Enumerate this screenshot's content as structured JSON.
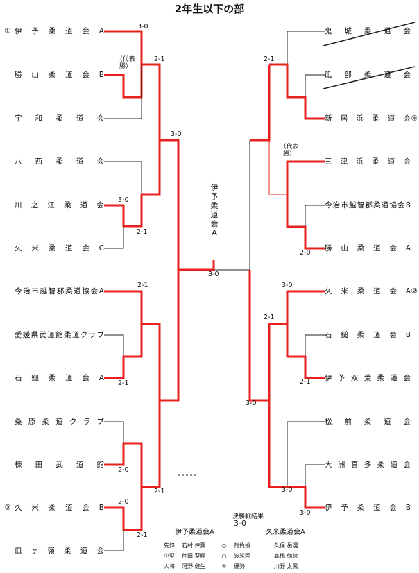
{
  "title": "2年生以下の部",
  "colors": {
    "winner_line": "#e8201e",
    "loser_line": "#222222"
  },
  "left_teams": [
    {
      "seed": "①",
      "name": "伊予柔道会A"
    },
    {
      "seed": "",
      "name": "勝山柔道会B"
    },
    {
      "seed": "",
      "name": "宇和柔道会"
    },
    {
      "seed": "",
      "name": "八西柔道会"
    },
    {
      "seed": "",
      "name": "川之江柔道会"
    },
    {
      "seed": "",
      "name": "久米柔道会C"
    },
    {
      "seed": "",
      "name": "今治市越智郡柔道協会A"
    },
    {
      "seed": "",
      "name": "愛媛県武道館柔道クラブ"
    },
    {
      "seed": "",
      "name": "石鎚柔道会A"
    },
    {
      "seed": "",
      "name": "桑原柔道クラブ"
    },
    {
      "seed": "",
      "name": "棟田武道館"
    },
    {
      "seed": "③",
      "name": "久米柔道会B"
    },
    {
      "seed": "",
      "name": "皿ヶ嶺柔道会"
    }
  ],
  "right_teams": [
    {
      "seed": "",
      "name": "鬼城柔道会"
    },
    {
      "seed": "",
      "name": "砥部柔道会"
    },
    {
      "seed": "④",
      "name": "新居浜柔道会"
    },
    {
      "seed": "",
      "name": "三津浜柔道会"
    },
    {
      "seed": "",
      "name": "今治市越智郡柔道協会B"
    },
    {
      "seed": "",
      "name": "勝山柔道会A"
    },
    {
      "seed": "②",
      "name": "久米柔道会A"
    },
    {
      "seed": "",
      "name": "石鎚柔道会B"
    },
    {
      "seed": "",
      "name": "伊予双葉柔道会"
    },
    {
      "seed": "",
      "name": "松前柔道会"
    },
    {
      "seed": "",
      "name": "大洲喜多柔道会"
    },
    {
      "seed": "",
      "name": "伊予柔道会B"
    }
  ],
  "scores": {
    "l1": "3-0",
    "l2": "2-1",
    "l3": "3-0",
    "l4": "3-0",
    "l5": "2-1",
    "l6": "2-1",
    "l7": "2-1",
    "l8": "2-0",
    "l9": "2-0",
    "l10": "2-1",
    "l11": "2-1",
    "final": "3-0",
    "r1": "2-1",
    "r2": "2-0",
    "r3": "3-0",
    "r4": "2-1",
    "r5": "2-1",
    "r6": "3-0",
    "r7": "3-0",
    "r8": "3-0"
  },
  "notes": {
    "left_rep": "（代表勝）",
    "right_rep": "（代表勝）"
  },
  "champion": [
    "伊",
    "予",
    "柔",
    "道",
    "会",
    "A"
  ],
  "final_result": {
    "label": "決勝戦結果",
    "score": "3-0",
    "team_a": "伊予柔道会A",
    "team_b": "久米柔道会A",
    "bouts": [
      {
        "position": "先鋒",
        "a": "石村 倖翼",
        "mark": "○",
        "win": "背負投",
        "b": "久保 岳滉"
      },
      {
        "position": "中堅",
        "a": "仲田 葵翔",
        "mark": "○",
        "win": "袈裟固",
        "b": "高橋 伽綾"
      },
      {
        "position": "大将",
        "a": "河野 健生",
        "mark": "⑤",
        "win": "優勢",
        "b": "川野 太鳳"
      }
    ]
  }
}
